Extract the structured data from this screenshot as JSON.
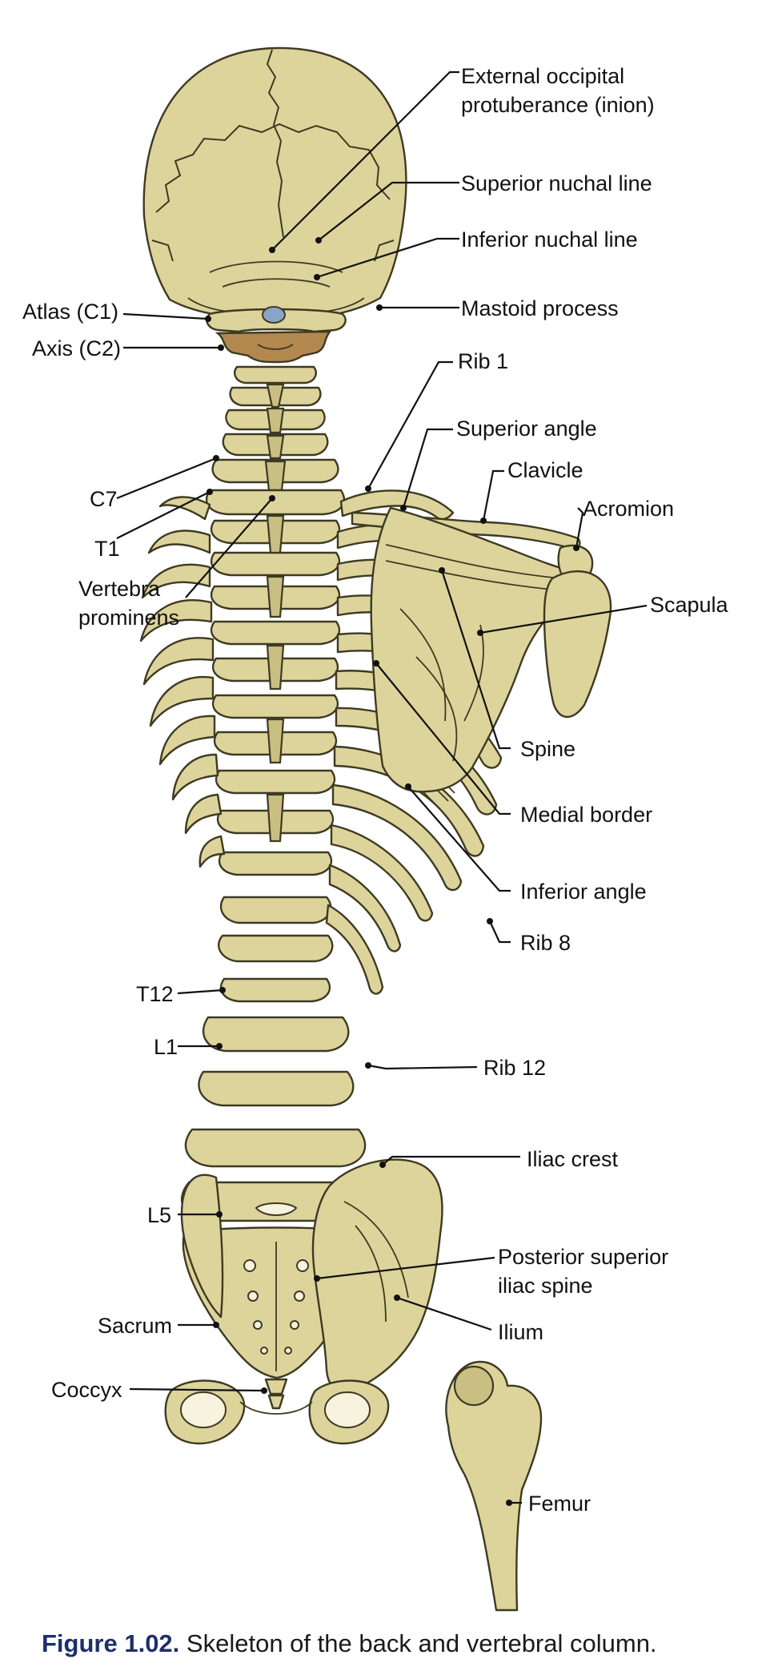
{
  "figure": {
    "number": "Figure 1.02.",
    "caption": "Skeleton of the back and vertebral column."
  },
  "labels": {
    "external_occipital_protuberance_line1": "External occipital",
    "external_occipital_protuberance_line2": "protuberance (inion)",
    "superior_nuchal_line": "Superior nuchal line",
    "inferior_nuchal_line": "Inferior nuchal line",
    "mastoid_process": "Mastoid process",
    "atlas": "Atlas (C1)",
    "axis": "Axis (C2)",
    "rib_1": "Rib 1",
    "superior_angle": "Superior angle",
    "clavicle": "Clavicle",
    "acromion": "Acromion",
    "c7": "C7",
    "t1": "T1",
    "vertebra_prominens_line1": "Vertebra",
    "vertebra_prominens_line2": "prominens",
    "scapula": "Scapula",
    "spine": "Spine",
    "medial_border": "Medial border",
    "inferior_angle": "Inferior angle",
    "rib_8": "Rib 8",
    "t12": "T12",
    "l1": "L1",
    "rib_12": "Rib 12",
    "iliac_crest": "Iliac crest",
    "l5": "L5",
    "posterior_superior_iliac_spine_line1": "Posterior superior",
    "posterior_superior_iliac_spine_line2": "iliac spine",
    "sacrum": "Sacrum",
    "ilium": "Ilium",
    "coccyx": "Coccyx",
    "femur": "Femur"
  },
  "colors": {
    "bone": "#ddd49c",
    "axis_highlight": "#b3884f",
    "outline": "#3e3a22",
    "caption_number": "#1d2f6b"
  }
}
